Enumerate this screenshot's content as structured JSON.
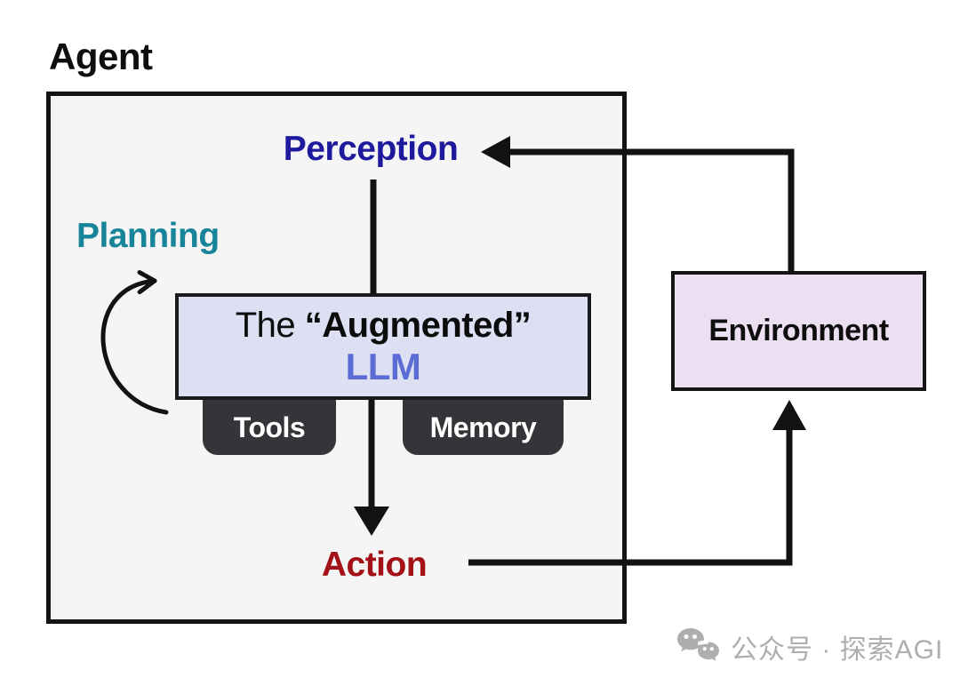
{
  "diagram": {
    "agent_label": "Agent",
    "nodes": {
      "perception": "Perception",
      "planning": "Planning",
      "action": "Action",
      "environment": "Environment",
      "llm_line1_regular": "The ",
      "llm_line1_bold": "“Augmented”",
      "llm_line2": "LLM",
      "tools": "Tools",
      "memory": "Memory"
    },
    "colors": {
      "perception": "#1e1a9e",
      "planning": "#18849a",
      "action": "#a31116",
      "llm_accent": "#5b6cd4",
      "llm_fill": "#dde0f2",
      "environment_fill": "#ecdff2",
      "tab_bg": "#333538",
      "agent_fill": "#f5f5f6",
      "arrow": "#121212"
    }
  },
  "watermark": {
    "text": "公众号 · 探索AGI",
    "color": "#aeaeae"
  }
}
